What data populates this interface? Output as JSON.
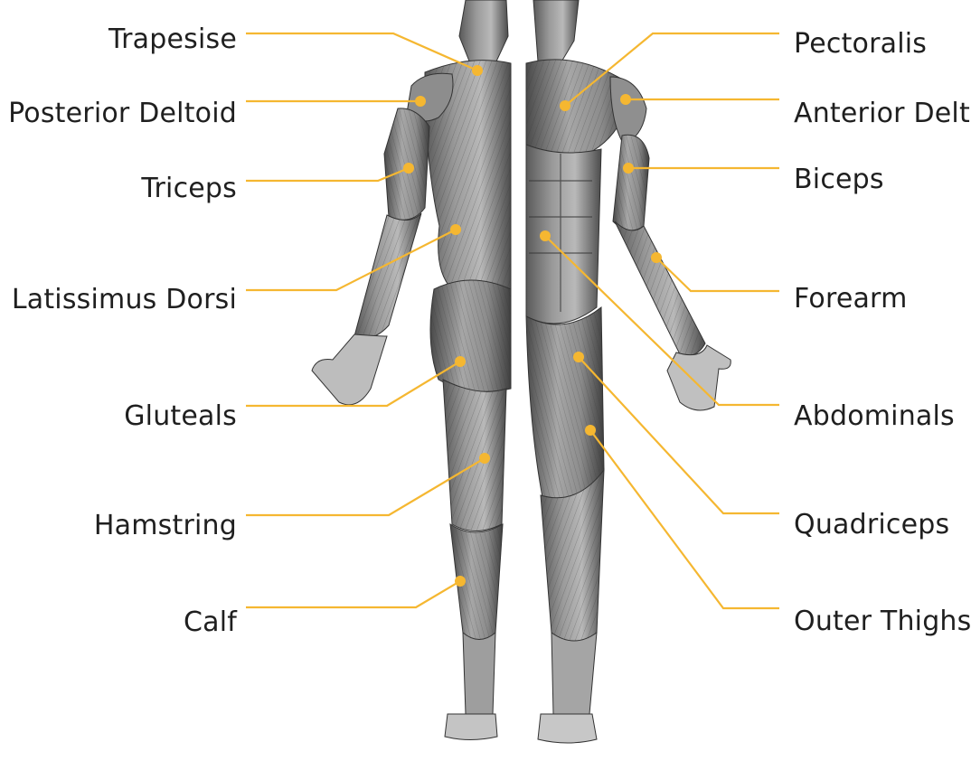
{
  "accent_color": "#f5b731",
  "muscles_left": [
    {
      "id": "trapesise",
      "label": "Trapesise"
    },
    {
      "id": "posterior-deltoid",
      "label": "Posterior Deltoid"
    },
    {
      "id": "triceps",
      "label": "Triceps"
    },
    {
      "id": "latissimus-dorsi",
      "label": "Latissimus Dorsi"
    },
    {
      "id": "gluteals",
      "label": "Gluteals"
    },
    {
      "id": "hamstring",
      "label": "Hamstring"
    },
    {
      "id": "calf",
      "label": "Calf"
    }
  ],
  "muscles_right": [
    {
      "id": "pectoralis",
      "label": "Pectoralis"
    },
    {
      "id": "anterior-deltoid",
      "label": "Anterior Deltoid"
    },
    {
      "id": "biceps",
      "label": "Biceps"
    },
    {
      "id": "forearm",
      "label": "Forearm"
    },
    {
      "id": "abdominals",
      "label": "Abdominals"
    },
    {
      "id": "quadriceps",
      "label": "Quadriceps"
    },
    {
      "id": "outer-thighs",
      "label": "Outer Thighs"
    }
  ],
  "figures": {
    "back_view_icon": "muscle-figure-back",
    "front_view_icon": "muscle-figure-front"
  }
}
